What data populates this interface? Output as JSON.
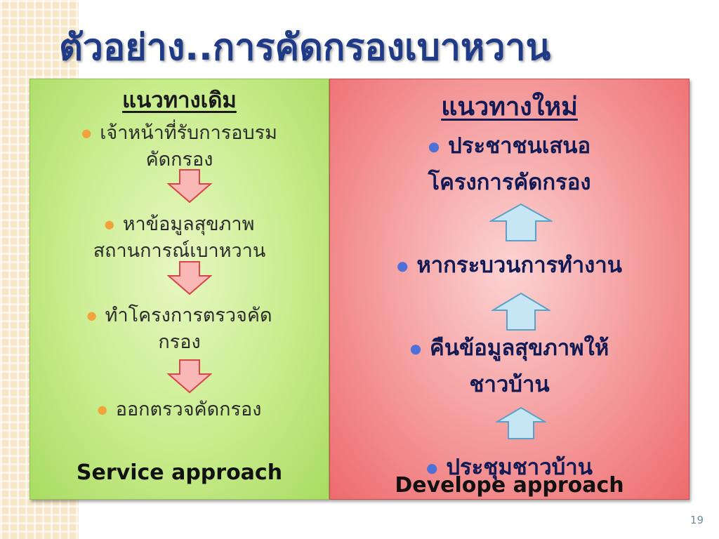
{
  "slide": {
    "title": "ตัวอย่าง..การคัดกรองเบาหวาน",
    "page_number": "19"
  },
  "left_panel": {
    "heading": "แนวทางเดิม",
    "items": [
      {
        "line1": "เจ้าหน้าที่รับการอบรม",
        "line2": "คัดกรอง"
      },
      {
        "line1": "หาข้อมูลสุขภาพ",
        "line2": "สถานการณ์เบาหวาน"
      },
      {
        "line1": "ทำโครงการตรวจคัด",
        "line2": "กรอง"
      },
      {
        "line1": "ออกตรวจคัดกรอง"
      }
    ],
    "arrow_direction": "down",
    "footer": "Service approach",
    "colors": {
      "background": "#c8ec8c",
      "bullet": "#f2a23a",
      "arrow_fill": "#f9b7b5",
      "arrow_stroke": "#d9464a"
    }
  },
  "right_panel": {
    "heading": "แนวทางใหม่",
    "items": [
      {
        "line1": "ประชาชนเสนอ",
        "line2": "โครงการคัดกรอง"
      },
      {
        "line1": "หากระบวนการทำงาน"
      },
      {
        "line1": "คืนข้อมูลสุขภาพให้",
        "line2": "ชาวบ้าน"
      },
      {
        "line1": "ประชุมชาวบ้าน"
      }
    ],
    "arrow_direction": "up",
    "footer": "Develope approach",
    "colors": {
      "background": "#f4999a",
      "bullet": "#4f70d6",
      "arrow_fill": "#c7e6f3",
      "arrow_stroke": "#5aa0c8"
    }
  }
}
